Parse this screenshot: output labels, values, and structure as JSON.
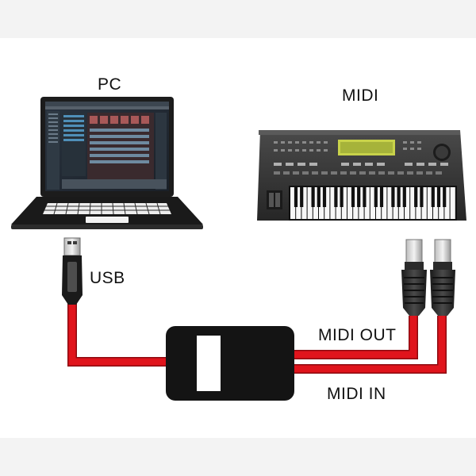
{
  "labels": {
    "pc": "PC",
    "midi": "MIDI",
    "usb": "USB",
    "midi_out": "MIDI OUT",
    "midi_in": "MIDI IN"
  },
  "colors": {
    "cable": "#e0141c",
    "cable_edge": "#8c0a10",
    "interface_body": "#141414",
    "connector": "#1f1f1f",
    "background": "#ffffff",
    "band": "#f3f3f3"
  }
}
